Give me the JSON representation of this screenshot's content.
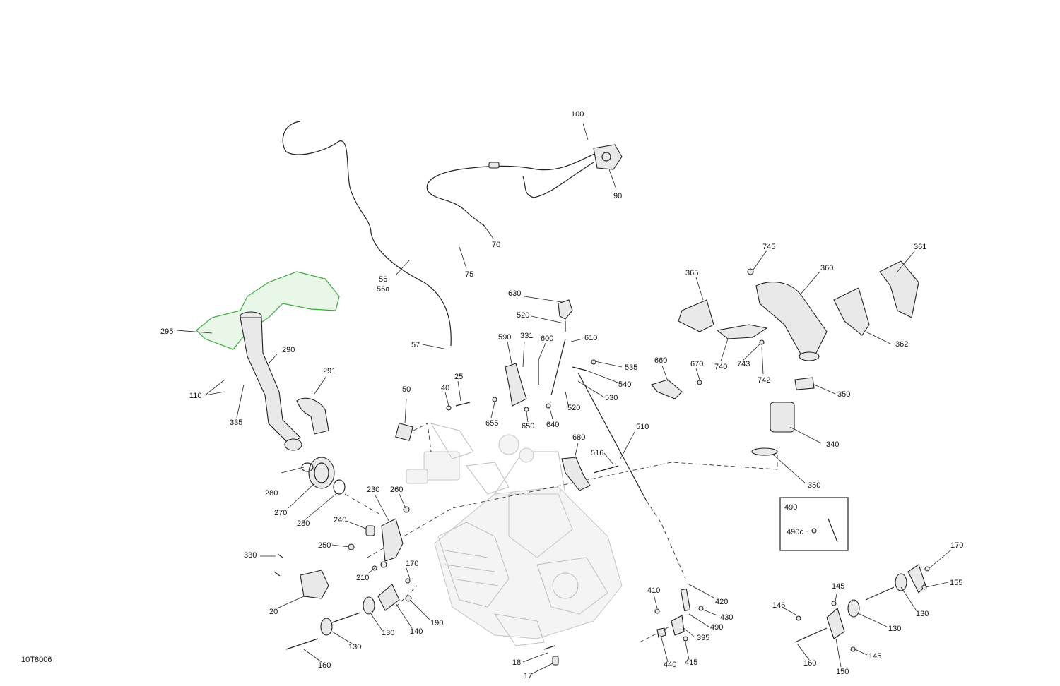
{
  "reference_code": "10T8006",
  "callouts": [
    {
      "id": "c100",
      "text": "100"
    },
    {
      "id": "c90",
      "text": "90"
    },
    {
      "id": "c70",
      "text": "70"
    },
    {
      "id": "c75",
      "text": "75"
    },
    {
      "id": "c56",
      "text": "56"
    },
    {
      "id": "c56a",
      "text": "56a"
    },
    {
      "id": "c57",
      "text": "57"
    },
    {
      "id": "c295",
      "text": "295"
    },
    {
      "id": "c290",
      "text": "290"
    },
    {
      "id": "c291",
      "text": "291"
    },
    {
      "id": "c110",
      "text": "110"
    },
    {
      "id": "c335",
      "text": "335"
    },
    {
      "id": "c630",
      "text": "630"
    },
    {
      "id": "c520a",
      "text": "520"
    },
    {
      "id": "c610",
      "text": "610"
    },
    {
      "id": "c590",
      "text": "590"
    },
    {
      "id": "c331",
      "text": "331"
    },
    {
      "id": "c600",
      "text": "600"
    },
    {
      "id": "c535",
      "text": "535"
    },
    {
      "id": "c540",
      "text": "540"
    },
    {
      "id": "c530",
      "text": "530"
    },
    {
      "id": "c520b",
      "text": "520"
    },
    {
      "id": "c640",
      "text": "640"
    },
    {
      "id": "c650",
      "text": "650"
    },
    {
      "id": "c655",
      "text": "655"
    },
    {
      "id": "c25",
      "text": "25"
    },
    {
      "id": "c40",
      "text": "40"
    },
    {
      "id": "c50",
      "text": "50"
    },
    {
      "id": "c660",
      "text": "660"
    },
    {
      "id": "c670",
      "text": "670"
    },
    {
      "id": "c680",
      "text": "680"
    },
    {
      "id": "c516",
      "text": "516"
    },
    {
      "id": "c510",
      "text": "510"
    },
    {
      "id": "c745",
      "text": "745"
    },
    {
      "id": "c365",
      "text": "365"
    },
    {
      "id": "c360",
      "text": "360"
    },
    {
      "id": "c361",
      "text": "361"
    },
    {
      "id": "c362",
      "text": "362"
    },
    {
      "id": "c740",
      "text": "740"
    },
    {
      "id": "c743",
      "text": "743"
    },
    {
      "id": "c742",
      "text": "742"
    },
    {
      "id": "c350a",
      "text": "350"
    },
    {
      "id": "c340",
      "text": "340"
    },
    {
      "id": "c350b",
      "text": "350"
    },
    {
      "id": "c490box",
      "text": "490"
    },
    {
      "id": "c490c",
      "text": "490c"
    },
    {
      "id": "c280a",
      "text": "280"
    },
    {
      "id": "c270",
      "text": "270"
    },
    {
      "id": "c280b",
      "text": "280"
    },
    {
      "id": "c230",
      "text": "230"
    },
    {
      "id": "c260",
      "text": "260"
    },
    {
      "id": "c240",
      "text": "240"
    },
    {
      "id": "c250",
      "text": "250"
    },
    {
      "id": "c330",
      "text": "330"
    },
    {
      "id": "c210",
      "text": "210"
    },
    {
      "id": "c170a",
      "text": "170"
    },
    {
      "id": "c20",
      "text": "20"
    },
    {
      "id": "c190",
      "text": "190"
    },
    {
      "id": "c140",
      "text": "140"
    },
    {
      "id": "c130a",
      "text": "130"
    },
    {
      "id": "c130b",
      "text": "130"
    },
    {
      "id": "c160a",
      "text": "160"
    },
    {
      "id": "c18",
      "text": "18"
    },
    {
      "id": "c17",
      "text": "17"
    },
    {
      "id": "c410",
      "text": "410"
    },
    {
      "id": "c420",
      "text": "420"
    },
    {
      "id": "c430",
      "text": "430"
    },
    {
      "id": "c490",
      "text": "490"
    },
    {
      "id": "c395",
      "text": "395"
    },
    {
      "id": "c440",
      "text": "440"
    },
    {
      "id": "c415",
      "text": "415"
    },
    {
      "id": "c170b",
      "text": "170"
    },
    {
      "id": "c155",
      "text": "155"
    },
    {
      "id": "c145a",
      "text": "145"
    },
    {
      "id": "c146",
      "text": "146"
    },
    {
      "id": "c130c",
      "text": "130"
    },
    {
      "id": "c130d",
      "text": "130"
    },
    {
      "id": "c160b",
      "text": "160"
    },
    {
      "id": "c150",
      "text": "150"
    },
    {
      "id": "c145b",
      "text": "145"
    }
  ]
}
